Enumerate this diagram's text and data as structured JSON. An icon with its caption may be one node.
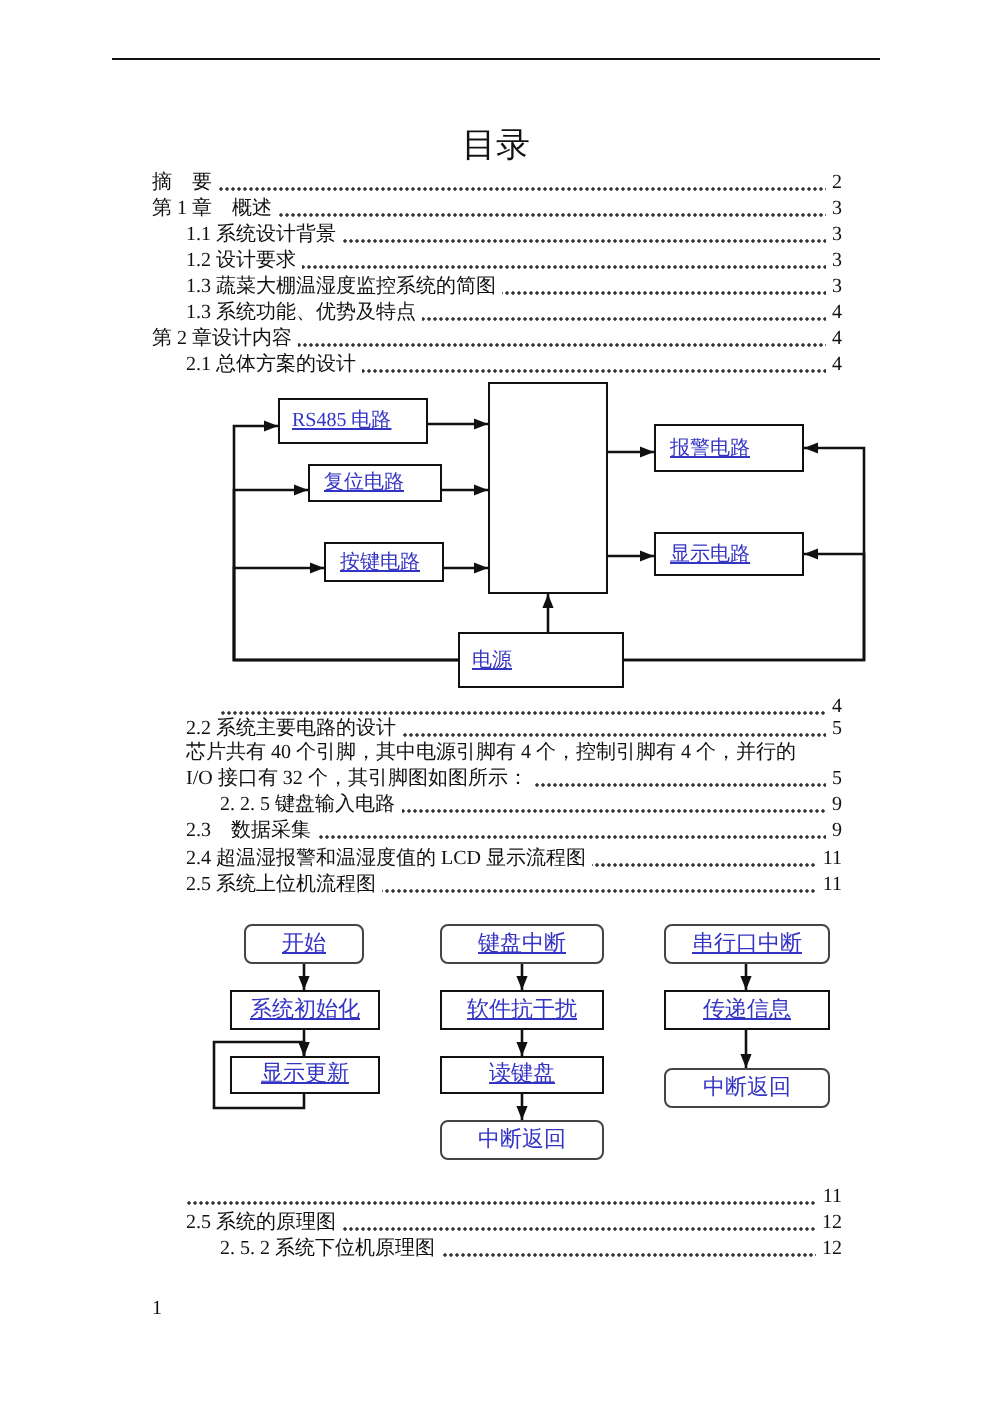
{
  "diagram": {
    "title": "目录",
    "nodes": [
      {
        "text": [
          "RS485 电路"
        ]
      },
      {
        "text": [],
        "shape": "box"
      },
      {
        "text": [
          "报警电路"
        ]
      },
      {
        "text": [
          "复位电路"
        ]
      },
      {
        "text": [
          "按键电路"
        ]
      },
      {
        "text": [
          "显示电路"
        ]
      },
      {
        "text": [
          "电源"
        ]
      },
      {
        "text": [
          "开始"
        ]
      },
      {
        "text": [
          "键盘中断"
        ]
      },
      {
        "text": [
          "串行口中断"
        ]
      },
      {
        "text": [
          "系统初始化"
        ]
      },
      {
        "text": [
          "软件抗干扰"
        ]
      },
      {
        "text": [
          "传递信息"
        ]
      },
      {
        "text": [
          "显示更新"
        ]
      },
      {
        "text": [
          "读键盘"
        ]
      },
      {
        "text": [
          "中断返回"
        ]
      },
      {
        "text": [
          "中断返回"
        ]
      }
    ],
    "edges": [
      {
        "from": 0,
        "to": 1,
        "arrow": "to"
      },
      {
        "from": 3,
        "to": 1,
        "arrow": "to"
      },
      {
        "from": 4,
        "to": 1,
        "arrow": "to"
      },
      {
        "from": 1,
        "to": 2,
        "arrow": "to"
      },
      {
        "from": 1,
        "to": 5,
        "arrow": "to"
      },
      {
        "from": 6,
        "to": 1,
        "arrow": "to"
      },
      {
        "from": 6,
        "to": 0,
        "arrow": "to"
      },
      {
        "from": 6,
        "to": 3,
        "arrow": "to"
      },
      {
        "from": 6,
        "to": 4,
        "arrow": "to"
      },
      {
        "from": 6,
        "to": 2,
        "arrow": "to"
      },
      {
        "from": 6,
        "to": 5,
        "arrow": "to"
      },
      {
        "from": 7,
        "to": 10,
        "arrow": "to"
      },
      {
        "from": 10,
        "to": 13,
        "arrow": "to"
      },
      {
        "from": 13,
        "to": 13,
        "arrow": "to"
      },
      {
        "from": 8,
        "to": 11,
        "arrow": "to"
      },
      {
        "from": 11,
        "to": 14,
        "arrow": "to"
      },
      {
        "from": 14,
        "to": 16,
        "arrow": "to"
      },
      {
        "from": 9,
        "to": 12,
        "arrow": "to"
      },
      {
        "from": 12,
        "to": 15,
        "arrow": "to"
      }
    ],
    "labels": [
      "摘　要",
      "2",
      "第 1 章　概述",
      "3",
      "1.1 系统设计背景",
      "3",
      "1.2 设计要求",
      "3",
      "1.3 蔬菜大棚温湿度监控系统的简图",
      "3",
      "1.3 系统功能、优势及特点",
      "4",
      "第 2 章设计内容",
      "4",
      "2.1 总体方案的设计",
      "4",
      "4",
      "2.2 系统主要电路的设计",
      "5",
      "芯片共有 40 个引脚，其中电源引脚有 4 个，控制引脚有 4 个，并行的 I/O 接口有 32 个，其引脚图如图所示：",
      "5",
      "2. 2. 5 键盘输入电路",
      "9",
      "2.3　数据采集",
      "9",
      "2.4 超温湿报警和温湿度值的 LCD 显示流程图",
      "11",
      "2.5 系统上位机流程图",
      "11",
      "11",
      "2.5 系统的原理图",
      "12",
      "2. 5. 2 系统下位机原理图",
      "12",
      "1"
    ]
  }
}
